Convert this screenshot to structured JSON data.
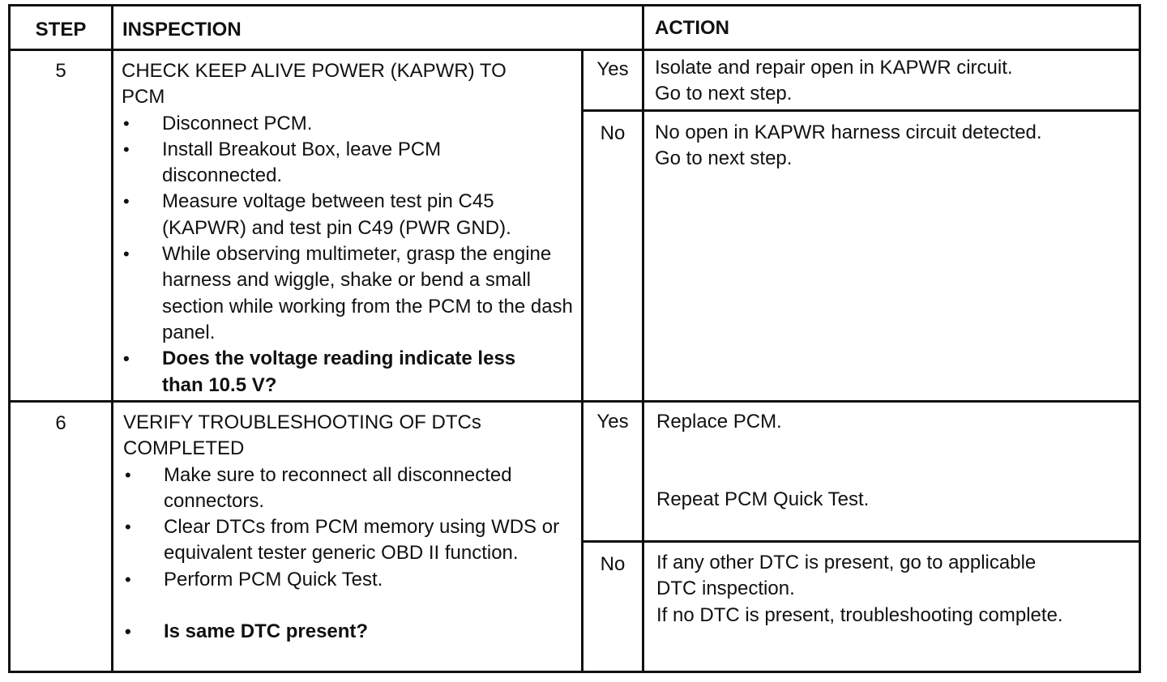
{
  "header": {
    "step": "STEP",
    "inspection": "INSPECTION",
    "action": "ACTION"
  },
  "rows": [
    {
      "step": "5",
      "title_line1": "CHECK KEEP ALIVE POWER (KAPWR) TO",
      "title_line2": "PCM",
      "bullets": [
        "Disconnect PCM.",
        "Install Breakout Box, leave PCM disconnected.",
        "Measure voltage between test pin C45 (KAPWR) and test pin C49 (PWR GND).",
        "While observing multimeter, grasp the engine harness and wiggle, shake or bend a small section while working from the PCM to the dash panel.",
        "Does the voltage reading indicate less than 10.5 V?"
      ],
      "yes_label": "Yes",
      "yes_action": [
        "Isolate and repair open in KAPWR circuit.",
        "Go to next step."
      ],
      "no_label": "No",
      "no_action": [
        "No open in KAPWR harness circuit detected.",
        "Go to next step."
      ]
    },
    {
      "step": "6",
      "title_line1": "VERIFY TROUBLESHOOTING OF DTCs",
      "title_line2": "COMPLETED",
      "bullets": [
        "Make sure to reconnect all disconnected connectors.",
        "Clear DTCs from PCM memory using WDS or equivalent tester generic OBD II function.",
        "Perform PCM Quick Test.",
        "Is same DTC present?"
      ],
      "yes_label": "Yes",
      "yes_action": [
        "Replace PCM.",
        "Repeat PCM Quick Test."
      ],
      "no_label": "No",
      "no_action": [
        "If any other DTC is present, go to applicable",
        "DTC inspection.",
        "If no DTC is present, troubleshooting complete."
      ]
    }
  ]
}
